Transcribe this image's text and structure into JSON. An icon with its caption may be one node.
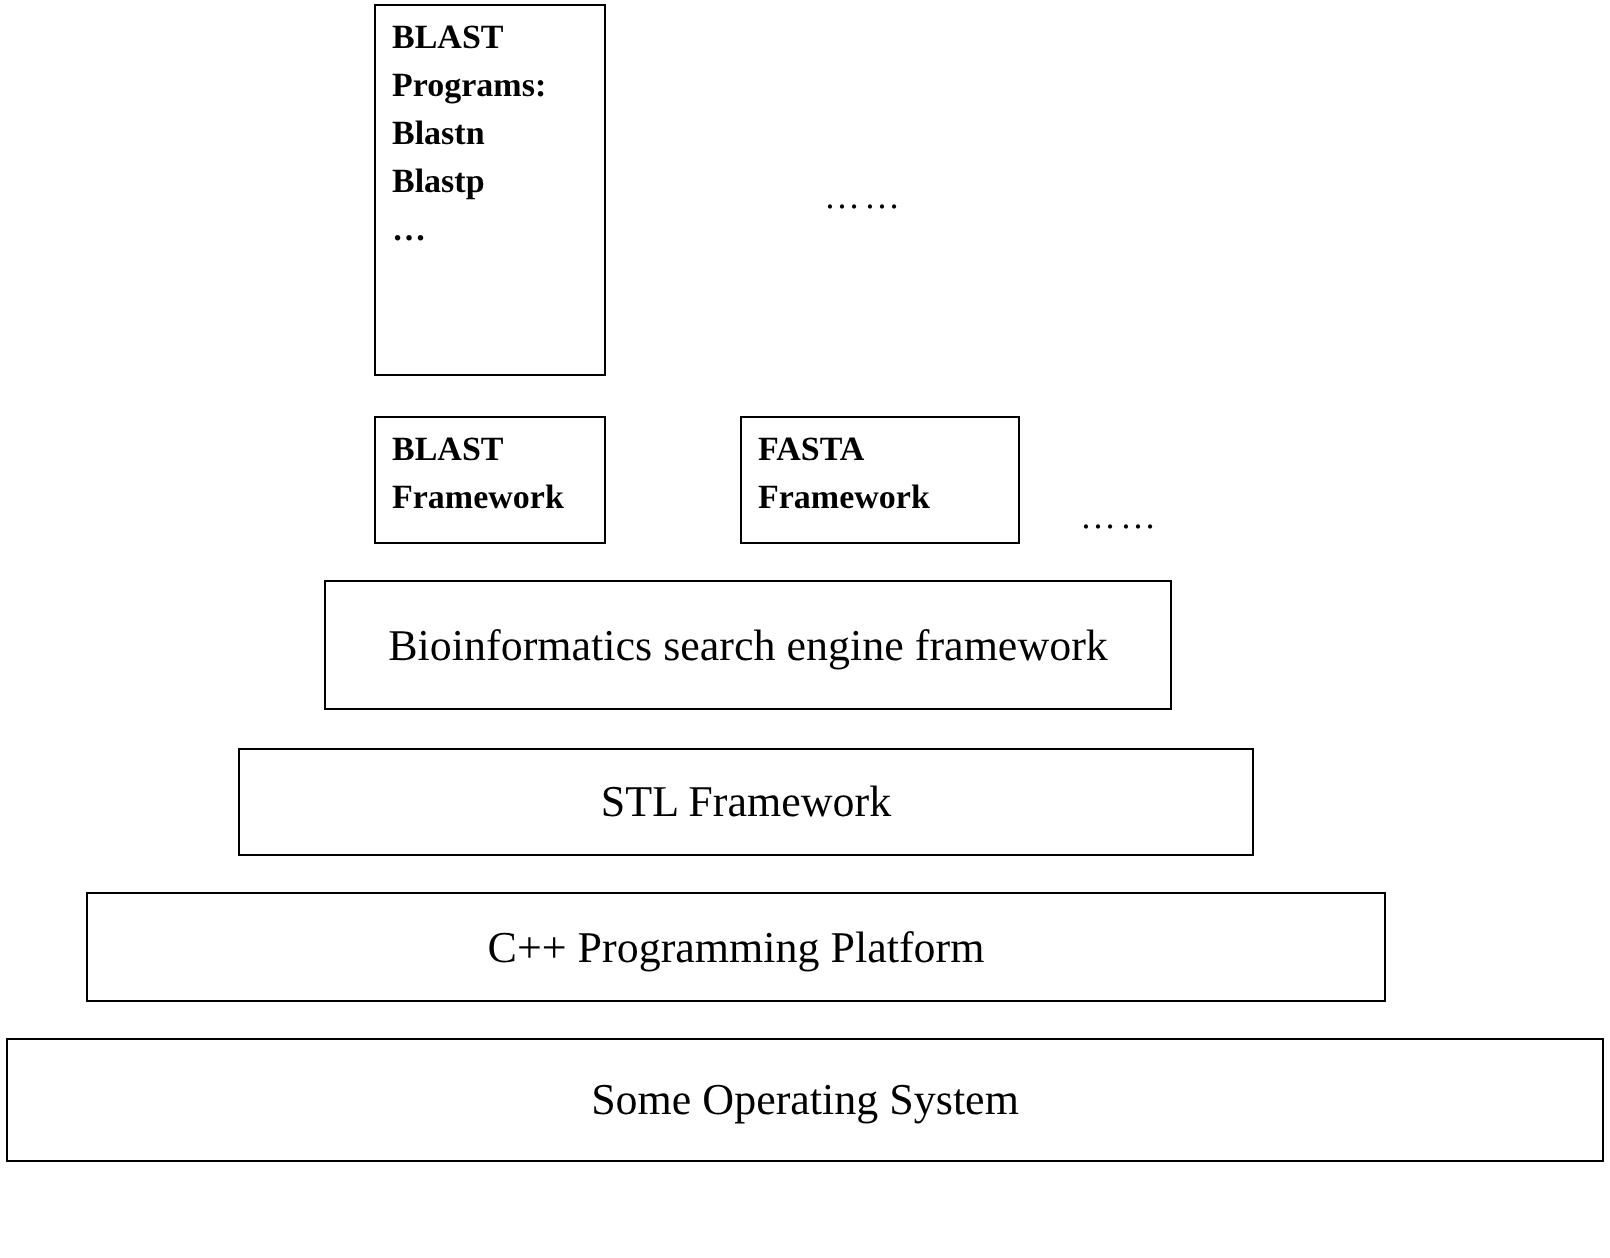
{
  "diagram": {
    "nodes": [
      {
        "text": [
          "BLAST Programs:",
          "Blastn",
          "Blastp",
          "…"
        ]
      },
      {
        "text": [
          "BLAST Framework"
        ]
      },
      {
        "text": [
          "FASTA Framework"
        ]
      },
      {
        "text": [
          "Bioinformatics search engine framework"
        ]
      },
      {
        "text": [
          "STL Framework"
        ]
      },
      {
        "text": [
          "C++ Programming Platform"
        ]
      },
      {
        "text": [
          "Some Operating System"
        ]
      }
    ],
    "labels": [
      "……",
      "……"
    ]
  }
}
